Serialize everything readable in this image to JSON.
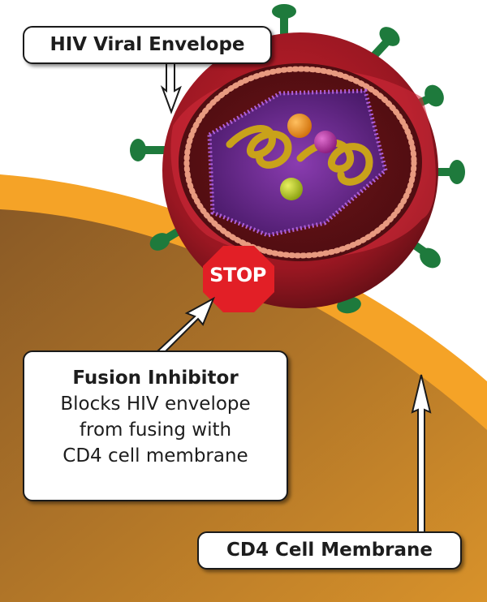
{
  "diagram": {
    "labels": {
      "viral_envelope": "HIV Viral Envelope",
      "fusion_inhibitor_title": "Fusion Inhibitor",
      "fusion_inhibitor_lines": [
        "Blocks HIV envelope",
        "from fusing with",
        "CD4 cell membrane"
      ],
      "cd4_membrane": "CD4 Cell Membrane",
      "stop_sign": "STOP"
    },
    "colors": {
      "membrane_outer": "#f5a327",
      "membrane_inner": "#9a6428",
      "virus_shell": "#9e1a24",
      "spike": "#1e7a3c",
      "capsid": "#6a2e8c",
      "rna": "#c9a21a",
      "stop": "#e21f26"
    }
  }
}
